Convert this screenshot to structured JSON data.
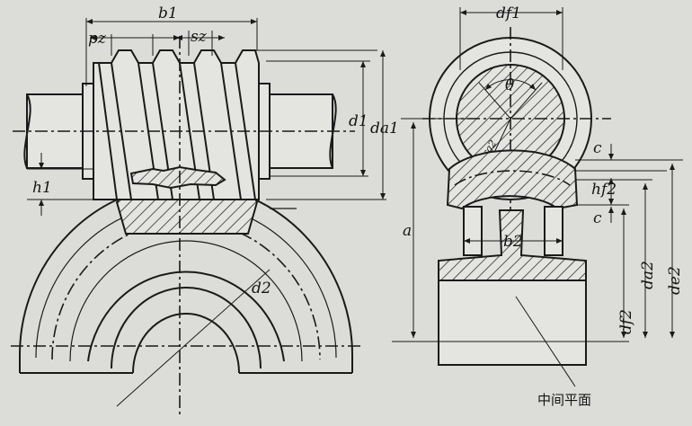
{
  "diagram": {
    "labels": {
      "b1": "b1",
      "pz": "pz",
      "sz": "sz",
      "d1": "d1",
      "da1": "da1",
      "h1": "h1",
      "d2": "d2",
      "df1": "df1",
      "theta": "θ",
      "rg2": "rg2",
      "c_top": "c",
      "hf2": "hf2",
      "c_bottom": "c",
      "a": "a",
      "b2": "b2",
      "df2": "df2",
      "da2": "da2",
      "de2": "de2"
    },
    "caption": "中间平面"
  }
}
